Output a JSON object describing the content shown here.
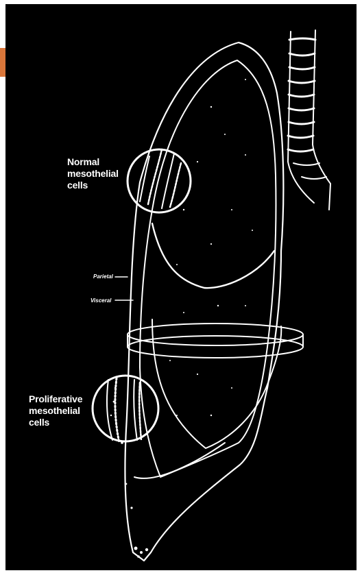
{
  "labels": {
    "normal": "Normal\nmesothelial\ncells",
    "parietal": "Parietal",
    "visceral": "Visceral",
    "proliferative": "Proliferative\nmesothelial\ncells"
  },
  "colors": {
    "background": "#000000",
    "line": "#ffffff",
    "accent_tab": "#d9763a",
    "frame": "#ffffff"
  }
}
